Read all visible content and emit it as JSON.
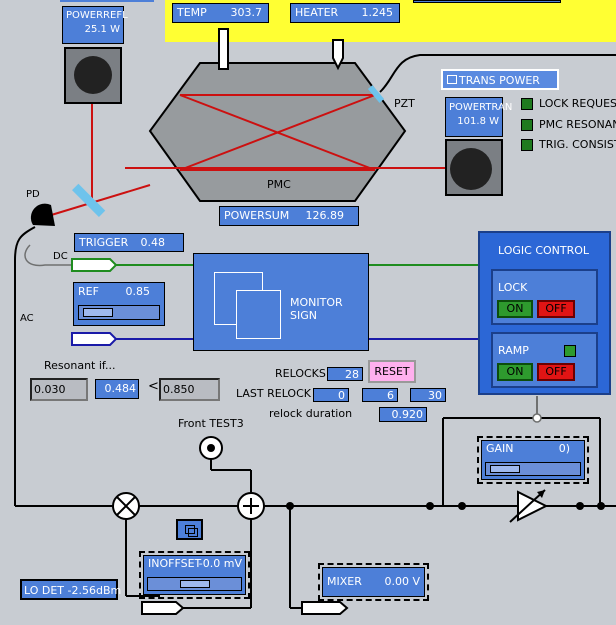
{
  "header": {
    "temp_label": "TEMP",
    "temp_value": "303.7",
    "heater_label": "HEATER",
    "heater_value": "1.245"
  },
  "powerrefl": {
    "label": "POWERREFL",
    "value": "25.1 W"
  },
  "powertran": {
    "label": "POWERTRAN",
    "value": "101.8 W"
  },
  "trans_power": {
    "label": "TRANS POWER"
  },
  "status_lights": [
    {
      "label": "LOCK REQUEST"
    },
    {
      "label": "PMC RESONANT"
    },
    {
      "label": "TRIG. CONSIST"
    }
  ],
  "cavity": {
    "label": "PMC",
    "pzt": "PZT"
  },
  "powersum": {
    "label": "POWERSUM",
    "value": "126.89"
  },
  "pd": {
    "label": "PD",
    "dc": "DC",
    "ac": "AC"
  },
  "trigger": {
    "label": "TRIGGER",
    "value": "0.48"
  },
  "ref": {
    "label": "REF",
    "value": "0.85",
    "slider_fraction": 0.3
  },
  "monitor": {
    "label": "MONITOR SIGN"
  },
  "logic": {
    "title": "LOGIC CONTROL",
    "lock_label": "LOCK",
    "ramp_label": "RAMP",
    "on": "ON",
    "off": "OFF"
  },
  "resonant": {
    "label": "Resonant if...",
    "low": "0.030",
    "current": "0.484",
    "lt": "<",
    "high": "0.850"
  },
  "relocks": {
    "label": "RELOCKS",
    "value": "28",
    "reset": "RESET"
  },
  "last_relock": {
    "label": "LAST RELOCK",
    "v1": "0",
    "v2": "6",
    "v3": "30"
  },
  "relock_duration": {
    "label": "relock duration",
    "value": "0.920"
  },
  "front": {
    "label": "Front TEST3"
  },
  "gain": {
    "label": "GAIN",
    "value": "0)",
    "slider_fraction": 0.3
  },
  "lodet": {
    "label": "LO DET",
    "value": "-2.56dBm"
  },
  "inoffset": {
    "label": "INOFFSET",
    "value": "-0.0 mV",
    "slider_fraction": 0.5
  },
  "mixer": {
    "label": "MIXER",
    "value": "0.00 V"
  },
  "colors": {
    "beam": "#cc1010",
    "trigger_line": "#1f8c1f",
    "ref_line": "#1a1aa8",
    "panel": "#4d7fd8",
    "yellow": "#ffff33"
  }
}
